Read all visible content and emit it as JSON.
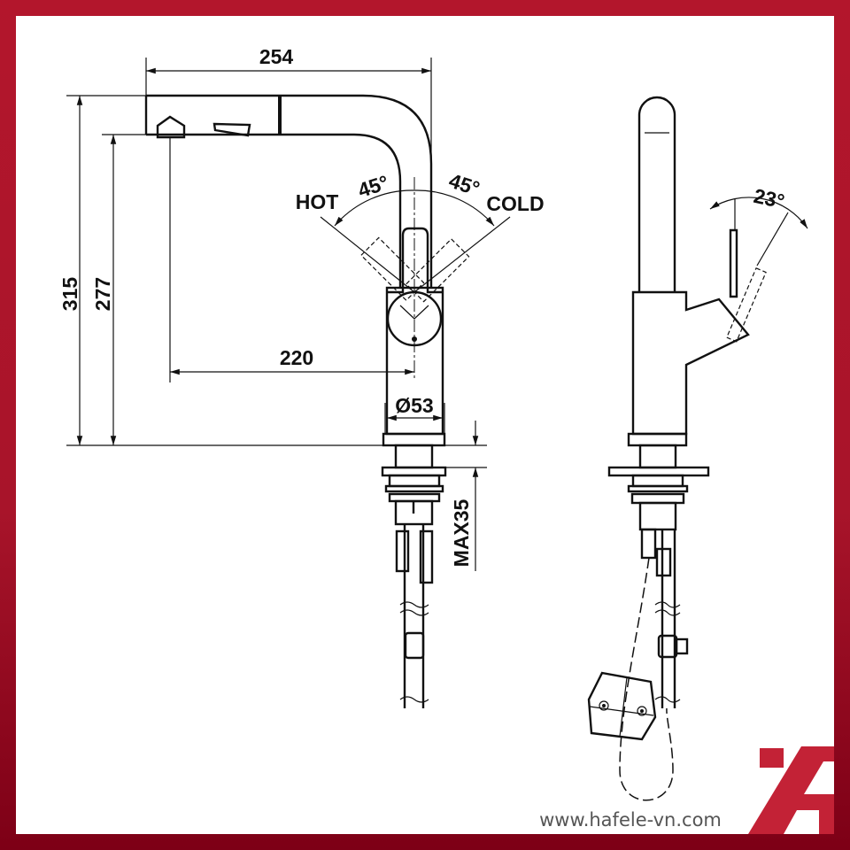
{
  "dimensions": {
    "spout_length": "254",
    "total_height": "315",
    "outlet_height": "277",
    "reach": "220",
    "base_diameter": "Ø53",
    "max_deck_thickness": "MAX35",
    "hot_angle": "45°",
    "cold_angle": "45°",
    "lever_tilt": "23°"
  },
  "labels": {
    "hot": "HOT",
    "cold": "COLD"
  },
  "footer": {
    "website": "www.hafele-vn.com"
  },
  "logo": {
    "brand": "Häfele",
    "color": "#c32236"
  },
  "colors": {
    "frame": "#b3162c",
    "line": "#111111"
  }
}
